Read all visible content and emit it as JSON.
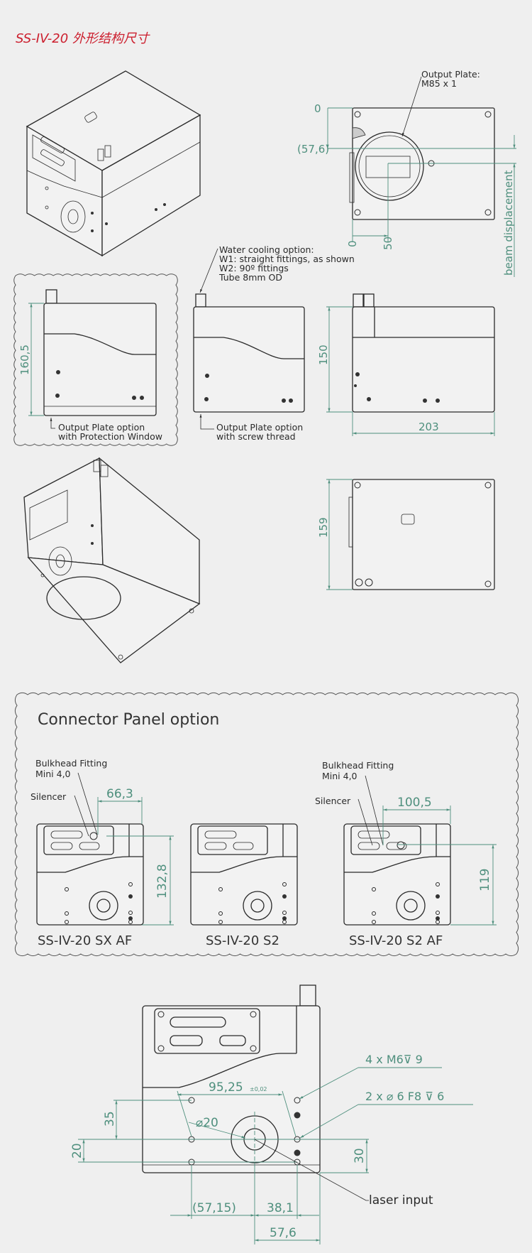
{
  "title": "SS-IV-20 外形结构尺寸",
  "colors": {
    "title": "#cc1f2e",
    "dimension": "#4e8f7d",
    "line": "#2a2a2a",
    "background": "#efefef"
  },
  "top_view": {
    "output_plate_label": [
      "Output Plate:",
      "M85 x 1"
    ],
    "dim_zero_v": "0",
    "dim_576": "(57,6)",
    "dim_zero_h": "0",
    "dim_50": "50",
    "beam_displacement": "beam displacement"
  },
  "water_cooling_note": [
    "Water cooling option:",
    "W1: straight fittings, as shown",
    "W2: 90º fittings",
    "Tube 8mm OD"
  ],
  "side_views": {
    "dim_1605": "160,5",
    "protection_label": [
      "Output Plate option",
      "with Protection Window"
    ],
    "screw_label": [
      "Output Plate option",
      "with screw thread"
    ],
    "dim_150": "150",
    "dim_203": "203"
  },
  "top_view_2": {
    "dim_159": "159"
  },
  "connector_panel": {
    "title": "Connector Panel option",
    "bulkhead_label": [
      "Bulkhead Fitting",
      "Mini 4,0"
    ],
    "silencer_label": "Silencer",
    "dim_663": "66,3",
    "dim_1328": "132,8",
    "dim_1005": "100,5",
    "dim_119": "119",
    "models": [
      "SS-IV-20 SX AF",
      "SS-IV-20 S2",
      "SS-IV-20 S2 AF"
    ]
  },
  "front_view": {
    "thread_note": "4 x M6⊽ 9",
    "pin_note": "2 x ⌀ 6 F8 ⊽ 6",
    "dim_9525": "95,25",
    "tolerance": "±0,02",
    "dim_dia20": "⌀20",
    "dim_35": "35",
    "dim_20": "20",
    "dim_30": "30",
    "dim_5715": "(57,15)",
    "dim_381": "38,1",
    "dim_576": "57,6",
    "laser_input": "laser input"
  }
}
